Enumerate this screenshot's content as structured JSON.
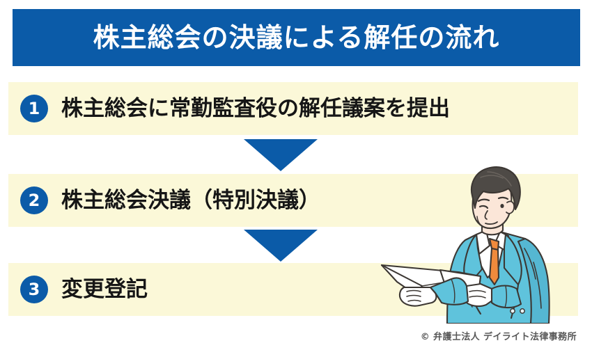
{
  "header": {
    "title": "株主総会の決議による解任の流れ",
    "background_color": "#0B5BA8",
    "text_color": "#FFFFFF"
  },
  "flow": {
    "band_color": "#FBF8D8",
    "badge_color": "#0B5BA8",
    "arrow_color": "#0B5BA8",
    "steps": [
      {
        "number": "1",
        "label": "株主総会に常勤監査役の解任議案を提出"
      },
      {
        "number": "2",
        "label": "株主総会決議（特別決議）"
      },
      {
        "number": "3",
        "label": "変更登記"
      }
    ],
    "arrows": [
      {
        "direction": "down"
      },
      {
        "direction": "down"
      }
    ]
  },
  "illustration": {
    "name": "businessman-reading-documents",
    "suit_color": "#5FC3DC",
    "tie_color": "#F08A3C",
    "hair_color": "#4E4A46",
    "skin_color": "#FBE6D8",
    "paper_color": "#FFFFFF"
  },
  "footer": {
    "credit": "© 弁護士法人 デイライト法律事務所",
    "text_color": "#575757"
  }
}
